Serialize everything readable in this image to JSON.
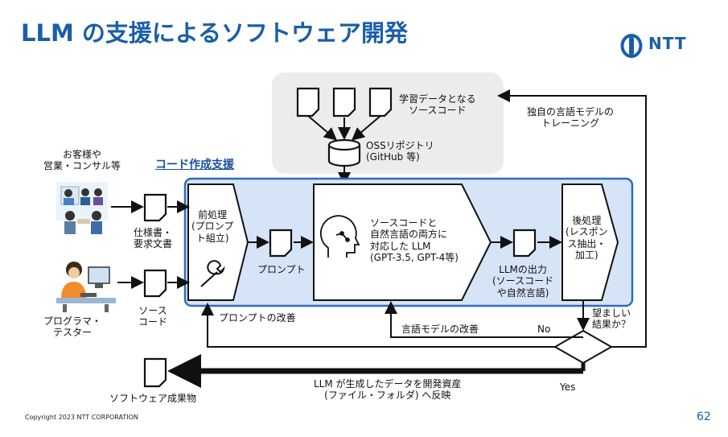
{
  "title": "LLM の支援によるソフトウェア開発",
  "logo": {
    "text": "NTT",
    "color": "#1a5ea8"
  },
  "training_data": [
    "学習データとなる",
    "ソースコード"
  ],
  "oss_repo": [
    "OSSリポジトリ",
    "(GitHub 等)"
  ],
  "training_label": [
    "独自の言語モデルの",
    "トレーニング"
  ],
  "customer": [
    "お客様や",
    "営業・コンサル等"
  ],
  "spec_doc": [
    "仕様書・",
    "要求文書"
  ],
  "programmer": [
    "プログラマ・",
    "テスター"
  ],
  "source_code": [
    "ソース",
    "コード"
  ],
  "support_title": "コード作成支援",
  "preprocess": [
    "前処理",
    "(プロンプ",
    "ト組立)"
  ],
  "prompt": "プロンプト",
  "llm_box": [
    "ソースコードと",
    "自然言語の両方に",
    "対応した LLM",
    "(GPT-3.5, GPT-4等)"
  ],
  "llm_output": [
    "LLMの出力",
    "(ソースコード",
    "や自然言語)"
  ],
  "postprocess": [
    "後処理",
    "(レスポン",
    "ス抽出・",
    "加工)"
  ],
  "desired": [
    "望ましい",
    "結果か？"
  ],
  "prompt_improve": "プロンプトの改善",
  "model_improve": "言語モデルの改善",
  "no_label": "No",
  "yes_label": "Yes",
  "deliverable": "ソフトウェア成果物",
  "asset_text": [
    "LLM が生成したデータを開発資産",
    "(ファイル・フォルダ) へ反映"
  ],
  "footer": "Copyright 2023 NTT CORPORATION",
  "page_number": "62",
  "colors": {
    "accent": "#1a5ea8",
    "support_bg": "#d6e4f7",
    "support_border": "#2e6cc0",
    "gray_bg": "#ececec"
  }
}
